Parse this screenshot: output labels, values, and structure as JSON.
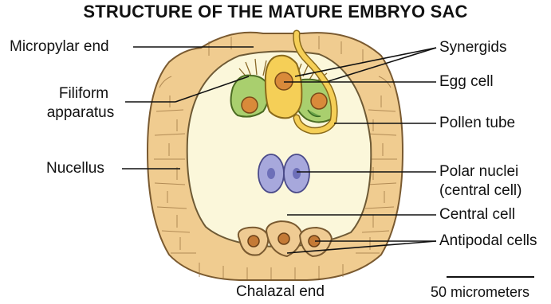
{
  "title": "STRUCTURE OF THE MATURE EMBRYO SAC",
  "labels": {
    "micropylar_end": "Micropylar end",
    "filiform_line1": "Filiform",
    "filiform_line2": "apparatus",
    "nucellus": "Nucellus",
    "synergids": "Synergids",
    "egg_cell": "Egg cell",
    "pollen_tube": "Pollen tube",
    "polar_nuclei_line1": "Polar nuclei",
    "polar_nuclei_line2": "(central cell)",
    "central_cell": "Central cell",
    "antipodal_cells": "Antipodal cells",
    "chalazal_end": "Chalazal end",
    "scale": "50 micrometers"
  },
  "colors": {
    "nucellus_fill": "#f0cc90",
    "nucellus_stroke": "#7a5a30",
    "central_cell": "#fbf7da",
    "synergid": "#a9cf6e",
    "egg_cell": "#f5cf57",
    "nucleus": "#d98a3a",
    "polar_nucleus": "#a7a8dc",
    "antipodal": "#efcb93",
    "pollen_tube": "#f5cf57"
  }
}
